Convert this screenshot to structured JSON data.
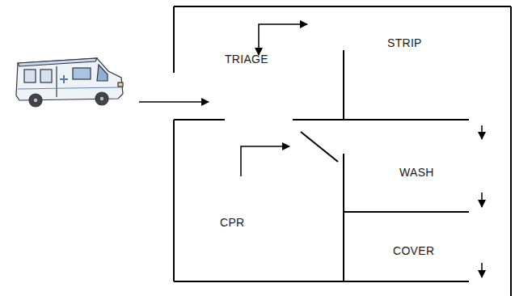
{
  "diagram": {
    "labels": [
      "TRIAGE",
      "STRIP",
      "WASH",
      "CPR",
      "COVER"
    ]
  }
}
